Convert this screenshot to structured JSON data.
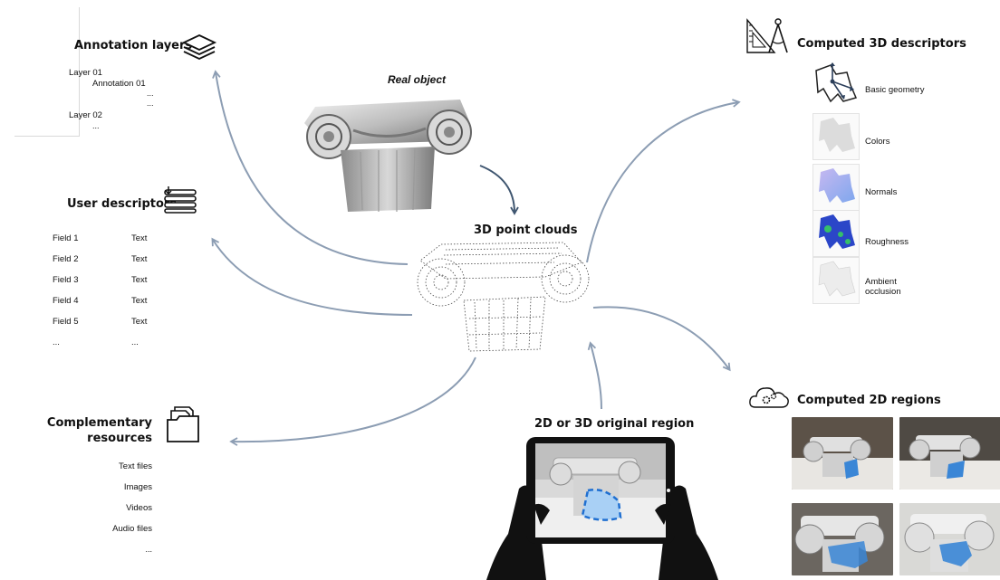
{
  "annotation_layers": {
    "title": "Annotation layers",
    "items": [
      "Layer 01",
      "Annotation 01",
      "...",
      "...",
      "Layer 02",
      "..."
    ],
    "icon": "layers-icon"
  },
  "real_object": {
    "title": "Real object"
  },
  "point_clouds": {
    "title": "3D point clouds"
  },
  "user_descriptors": {
    "title": "User descriptors",
    "icon": "database-icon",
    "rows": [
      {
        "field": "Field 1",
        "value": "Text"
      },
      {
        "field": "Field 2",
        "value": "Text"
      },
      {
        "field": "Field 3",
        "value": "Text"
      },
      {
        "field": "Field 4",
        "value": "Text"
      },
      {
        "field": "Field 5",
        "value": "Text"
      },
      {
        "field": "...",
        "value": "..."
      }
    ]
  },
  "complementary": {
    "title_line1": "Complementary",
    "title_line2": "resources",
    "icon": "folder-icon",
    "items": [
      "Text files",
      "Images",
      "Videos",
      "Audio files",
      "..."
    ]
  },
  "computed_3d": {
    "title": "Computed 3D descriptors",
    "icon": "geometry-tools-icon",
    "items": [
      "Basic geometry",
      "Colors",
      "Normals",
      "Roughness",
      "Ambient",
      "occlusion"
    ]
  },
  "computed_2d": {
    "title": "Computed 2D regions",
    "icon": "cloud-gears-icon"
  },
  "original_region": {
    "title": "2D or 3D original region"
  },
  "colors": {
    "arrow": "#8c9db3",
    "arrow_dark": "#3f5670",
    "highlight": "#3a86d6"
  }
}
